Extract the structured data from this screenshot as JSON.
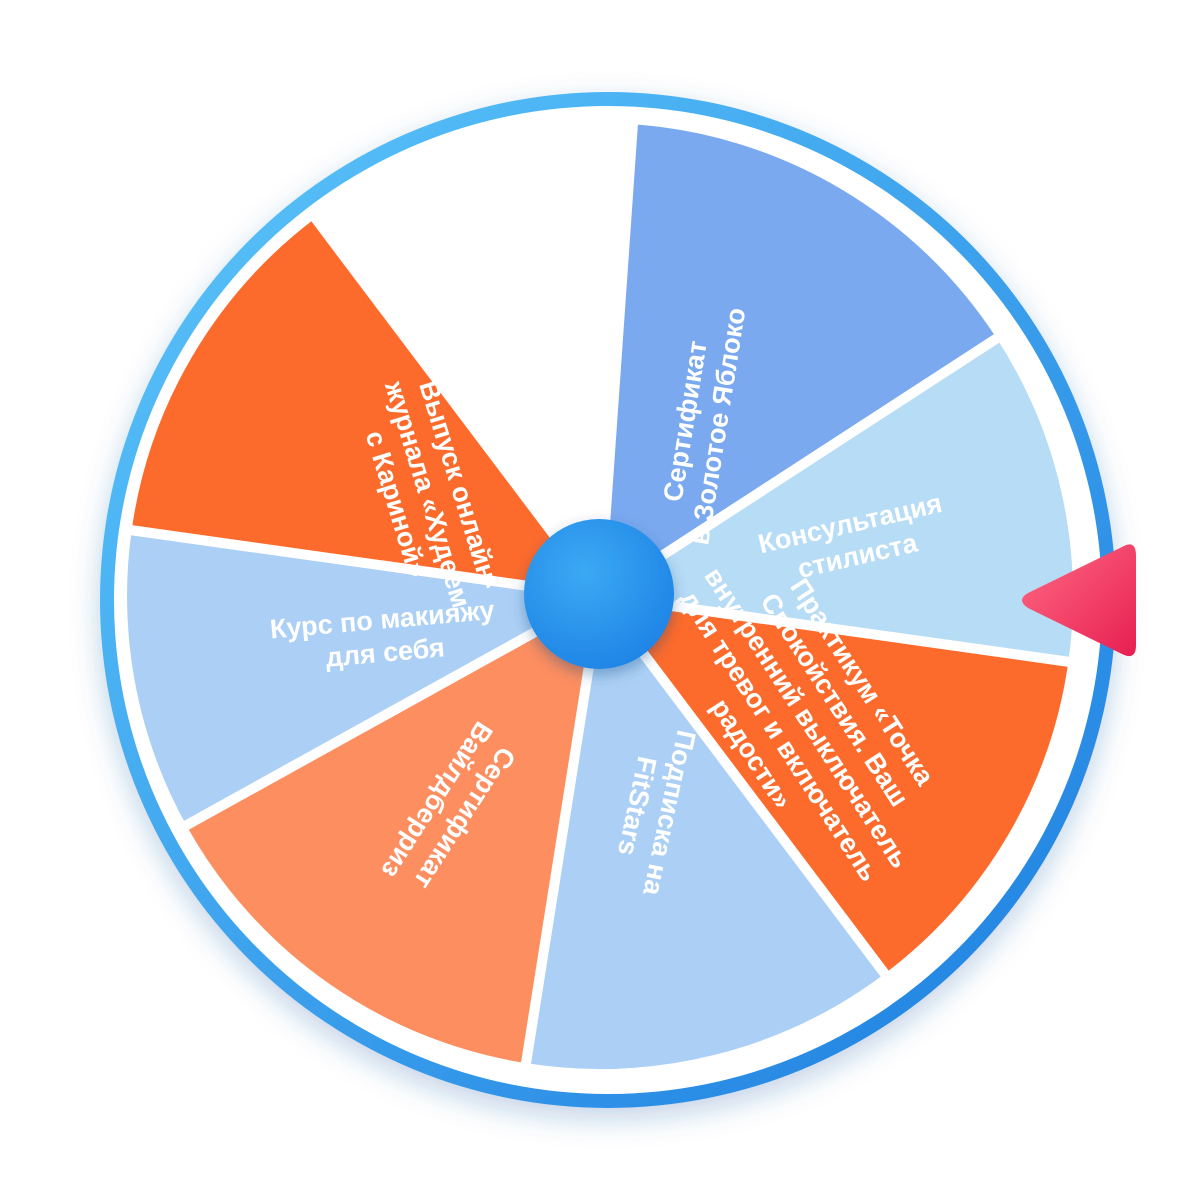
{
  "wheel": {
    "colors": {
      "rim_light": "#5cc6fa",
      "rim_dark": "#1e7ee0",
      "divider": "#ffffff",
      "hub_light": "#3ba9f3",
      "hub_dark": "#1e84e6",
      "pointer_light": "#ff6a83",
      "pointer_dark": "#e71f52"
    },
    "segments": [
      {
        "lines": [
          "Сертификат",
          "в Золотое Яблоко"
        ],
        "color": "#7aa9ef"
      },
      {
        "lines": [
          "Консультация",
          "стилиста"
        ],
        "color": "#b7dcf6"
      },
      {
        "lines": [
          "Практикум «Точка",
          "Спокойствия. Ваш",
          "внутренний выключатель",
          "для тревог и включатель",
          "радости»"
        ],
        "color": "#fd6b2c"
      },
      {
        "lines": [
          "Подписка на",
          "FitStars"
        ],
        "color": "#acd0f5"
      },
      {
        "lines": [
          "Сертификат",
          "Вайлдберриз"
        ],
        "color": "#fd8e60"
      },
      {
        "lines": [
          "Курс по макияжу",
          "для себя"
        ],
        "color": "#acd0f5"
      },
      {
        "lines": [
          "Выпуск онлайн-",
          "журнала «Худеем",
          "с Кариной»"
        ],
        "color": "#fd6b2c"
      }
    ]
  }
}
